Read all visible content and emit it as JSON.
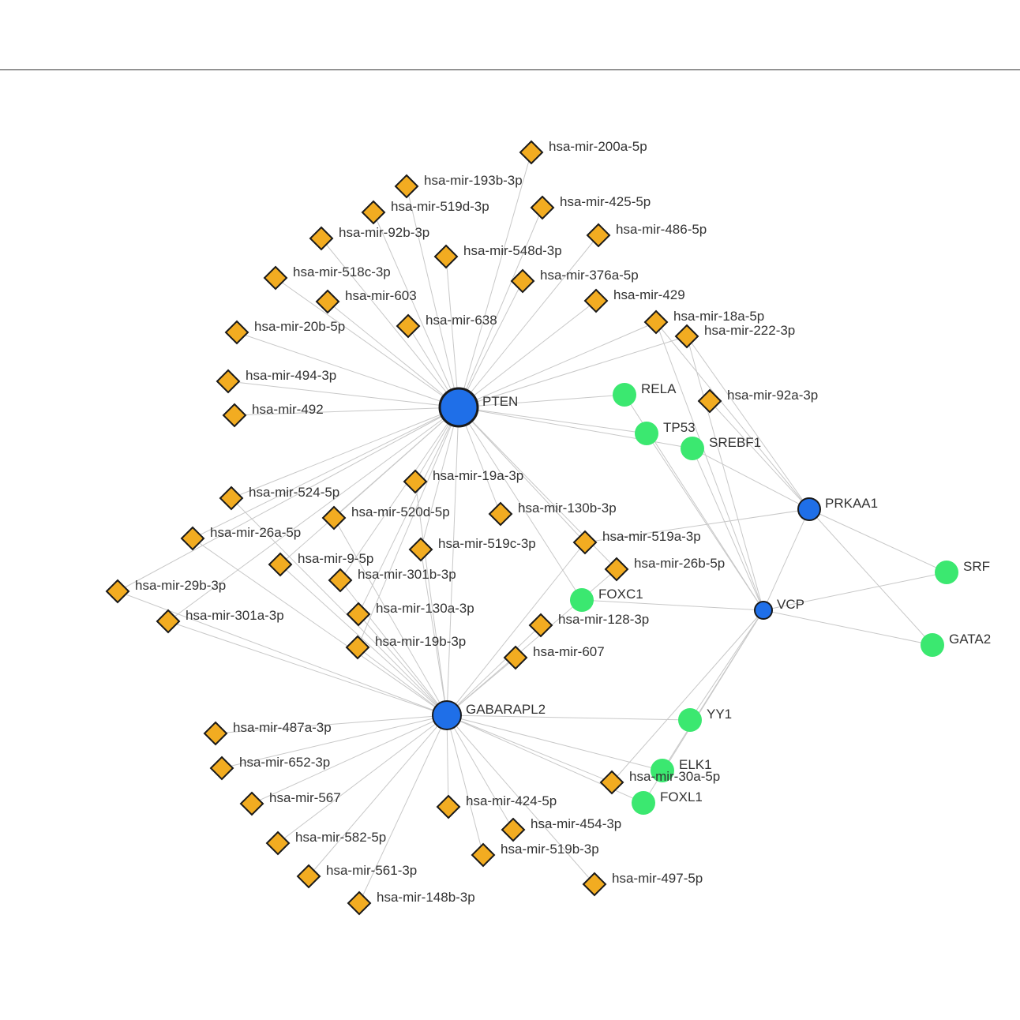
{
  "colors": {
    "hub": "#1f6fe8",
    "gene": "#3be870",
    "mirna": "#f2ac21",
    "edge": "#c8c8c8",
    "stroke": "#1a1a1a"
  },
  "nodes": [
    {
      "id": "PTEN",
      "label": "PTEN",
      "type": "hub-large"
    },
    {
      "id": "GABARAPL2",
      "label": "GABARAPL2",
      "type": "hub-medium"
    },
    {
      "id": "PRKAA1",
      "label": "PRKAA1",
      "type": "hub-small"
    },
    {
      "id": "VCP",
      "label": "VCP",
      "type": "hub-tiny"
    },
    {
      "id": "RELA",
      "label": "RELA",
      "type": "gene"
    },
    {
      "id": "TP53",
      "label": "TP53",
      "type": "gene"
    },
    {
      "id": "SREBF1",
      "label": "SREBF1",
      "type": "gene"
    },
    {
      "id": "FOXC1",
      "label": "FOXC1",
      "type": "gene"
    },
    {
      "id": "SRF",
      "label": "SRF",
      "type": "gene"
    },
    {
      "id": "GATA2",
      "label": "GATA2",
      "type": "gene"
    },
    {
      "id": "YY1",
      "label": "YY1",
      "type": "gene"
    },
    {
      "id": "ELK1",
      "label": "ELK1",
      "type": "gene"
    },
    {
      "id": "FOXL1",
      "label": "FOXL1",
      "type": "gene"
    },
    {
      "id": "m200a",
      "label": "hsa-mir-200a-5p",
      "type": "mirna"
    },
    {
      "id": "m193b",
      "label": "hsa-mir-193b-3p",
      "type": "mirna"
    },
    {
      "id": "m519d",
      "label": "hsa-mir-519d-3p",
      "type": "mirna"
    },
    {
      "id": "m425",
      "label": "hsa-mir-425-5p",
      "type": "mirna"
    },
    {
      "id": "m92b",
      "label": "hsa-mir-92b-3p",
      "type": "mirna"
    },
    {
      "id": "m486",
      "label": "hsa-mir-486-5p",
      "type": "mirna"
    },
    {
      "id": "m548d",
      "label": "hsa-mir-548d-3p",
      "type": "mirna"
    },
    {
      "id": "m518c",
      "label": "hsa-mir-518c-3p",
      "type": "mirna"
    },
    {
      "id": "m376a",
      "label": "hsa-mir-376a-5p",
      "type": "mirna"
    },
    {
      "id": "m603",
      "label": "hsa-mir-603",
      "type": "mirna"
    },
    {
      "id": "m429",
      "label": "hsa-mir-429",
      "type": "mirna"
    },
    {
      "id": "m20b",
      "label": "hsa-mir-20b-5p",
      "type": "mirna"
    },
    {
      "id": "m638",
      "label": "hsa-mir-638",
      "type": "mirna"
    },
    {
      "id": "m18a",
      "label": "hsa-mir-18a-5p",
      "type": "mirna"
    },
    {
      "id": "m222",
      "label": "hsa-mir-222-3p",
      "type": "mirna"
    },
    {
      "id": "m494",
      "label": "hsa-mir-494-3p",
      "type": "mirna"
    },
    {
      "id": "m492",
      "label": "hsa-mir-492",
      "type": "mirna"
    },
    {
      "id": "m92a",
      "label": "hsa-mir-92a-3p",
      "type": "mirna"
    },
    {
      "id": "m19a",
      "label": "hsa-mir-19a-3p",
      "type": "mirna"
    },
    {
      "id": "m524",
      "label": "hsa-mir-524-5p",
      "type": "mirna"
    },
    {
      "id": "m520d",
      "label": "hsa-mir-520d-5p",
      "type": "mirna"
    },
    {
      "id": "m130b",
      "label": "hsa-mir-130b-3p",
      "type": "mirna"
    },
    {
      "id": "m26a",
      "label": "hsa-mir-26a-5p",
      "type": "mirna"
    },
    {
      "id": "m519c",
      "label": "hsa-mir-519c-3p",
      "type": "mirna"
    },
    {
      "id": "m519a",
      "label": "hsa-mir-519a-3p",
      "type": "mirna"
    },
    {
      "id": "m9",
      "label": "hsa-mir-9-5p",
      "type": "mirna"
    },
    {
      "id": "m26b",
      "label": "hsa-mir-26b-5p",
      "type": "mirna"
    },
    {
      "id": "m301b",
      "label": "hsa-mir-301b-3p",
      "type": "mirna"
    },
    {
      "id": "m29b",
      "label": "hsa-mir-29b-3p",
      "type": "mirna"
    },
    {
      "id": "m301a",
      "label": "hsa-mir-301a-3p",
      "type": "mirna"
    },
    {
      "id": "m130a",
      "label": "hsa-mir-130a-3p",
      "type": "mirna"
    },
    {
      "id": "m128",
      "label": "hsa-mir-128-3p",
      "type": "mirna"
    },
    {
      "id": "m19b",
      "label": "hsa-mir-19b-3p",
      "type": "mirna"
    },
    {
      "id": "m607",
      "label": "hsa-mir-607",
      "type": "mirna"
    },
    {
      "id": "m487a",
      "label": "hsa-mir-487a-3p",
      "type": "mirna"
    },
    {
      "id": "m652",
      "label": "hsa-mir-652-3p",
      "type": "mirna"
    },
    {
      "id": "m30a",
      "label": "hsa-mir-30a-5p",
      "type": "mirna"
    },
    {
      "id": "m567",
      "label": "hsa-mir-567",
      "type": "mirna"
    },
    {
      "id": "m424",
      "label": "hsa-mir-424-5p",
      "type": "mirna"
    },
    {
      "id": "m454",
      "label": "hsa-mir-454-3p",
      "type": "mirna"
    },
    {
      "id": "m582",
      "label": "hsa-mir-582-5p",
      "type": "mirna"
    },
    {
      "id": "m519b",
      "label": "hsa-mir-519b-3p",
      "type": "mirna"
    },
    {
      "id": "m561",
      "label": "hsa-mir-561-3p",
      "type": "mirna"
    },
    {
      "id": "m497",
      "label": "hsa-mir-497-5p",
      "type": "mirna"
    },
    {
      "id": "m148b",
      "label": "hsa-mir-148b-3p",
      "type": "mirna"
    }
  ],
  "edges": [
    [
      "PTEN",
      "m200a"
    ],
    [
      "PTEN",
      "m193b"
    ],
    [
      "PTEN",
      "m519d"
    ],
    [
      "PTEN",
      "m425"
    ],
    [
      "PTEN",
      "m92b"
    ],
    [
      "PTEN",
      "m486"
    ],
    [
      "PTEN",
      "m548d"
    ],
    [
      "PTEN",
      "m518c"
    ],
    [
      "PTEN",
      "m376a"
    ],
    [
      "PTEN",
      "m603"
    ],
    [
      "PTEN",
      "m429"
    ],
    [
      "PTEN",
      "m20b"
    ],
    [
      "PTEN",
      "m638"
    ],
    [
      "PTEN",
      "m18a"
    ],
    [
      "PTEN",
      "m222"
    ],
    [
      "PTEN",
      "m494"
    ],
    [
      "PTEN",
      "m492"
    ],
    [
      "PTEN",
      "RELA"
    ],
    [
      "PTEN",
      "TP53"
    ],
    [
      "PTEN",
      "SREBF1"
    ],
    [
      "PTEN",
      "m19a"
    ],
    [
      "PTEN",
      "m524"
    ],
    [
      "PTEN",
      "m520d"
    ],
    [
      "PTEN",
      "m130b"
    ],
    [
      "PTEN",
      "m26a"
    ],
    [
      "PTEN",
      "m519c"
    ],
    [
      "PTEN",
      "m519a"
    ],
    [
      "PTEN",
      "m9"
    ],
    [
      "PTEN",
      "m26b"
    ],
    [
      "PTEN",
      "m301b"
    ],
    [
      "PTEN",
      "m29b"
    ],
    [
      "PTEN",
      "m301a"
    ],
    [
      "PTEN",
      "m130a"
    ],
    [
      "PTEN",
      "m19b"
    ],
    [
      "PTEN",
      "FOXC1"
    ],
    [
      "PTEN",
      "GABARAPL2"
    ],
    [
      "GABARAPL2",
      "m19a"
    ],
    [
      "GABARAPL2",
      "m524"
    ],
    [
      "GABARAPL2",
      "m520d"
    ],
    [
      "GABARAPL2",
      "m26a"
    ],
    [
      "GABARAPL2",
      "m519c"
    ],
    [
      "GABARAPL2",
      "m9"
    ],
    [
      "GABARAPL2",
      "m301b"
    ],
    [
      "GABARAPL2",
      "m29b"
    ],
    [
      "GABARAPL2",
      "m301a"
    ],
    [
      "GABARAPL2",
      "m130a"
    ],
    [
      "GABARAPL2",
      "m19b"
    ],
    [
      "GABARAPL2",
      "m128"
    ],
    [
      "GABARAPL2",
      "m607"
    ],
    [
      "GABARAPL2",
      "m519a"
    ],
    [
      "GABARAPL2",
      "m26b"
    ],
    [
      "GABARAPL2",
      "m487a"
    ],
    [
      "GABARAPL2",
      "m652"
    ],
    [
      "GABARAPL2",
      "m567"
    ],
    [
      "GABARAPL2",
      "m582"
    ],
    [
      "GABARAPL2",
      "m561"
    ],
    [
      "GABARAPL2",
      "m148b"
    ],
    [
      "GABARAPL2",
      "m424"
    ],
    [
      "GABARAPL2",
      "m454"
    ],
    [
      "GABARAPL2",
      "m519b"
    ],
    [
      "GABARAPL2",
      "m497"
    ],
    [
      "GABARAPL2",
      "m30a"
    ],
    [
      "GABARAPL2",
      "YY1"
    ],
    [
      "GABARAPL2",
      "ELK1"
    ],
    [
      "GABARAPL2",
      "FOXL1"
    ],
    [
      "PRKAA1",
      "m18a"
    ],
    [
      "PRKAA1",
      "m222"
    ],
    [
      "PRKAA1",
      "m92a"
    ],
    [
      "PRKAA1",
      "SREBF1"
    ],
    [
      "PRKAA1",
      "SRF"
    ],
    [
      "PRKAA1",
      "GATA2"
    ],
    [
      "PRKAA1",
      "VCP"
    ],
    [
      "PRKAA1",
      "m519a"
    ],
    [
      "VCP",
      "TP53"
    ],
    [
      "VCP",
      "SREBF1"
    ],
    [
      "VCP",
      "RELA"
    ],
    [
      "VCP",
      "FOXC1"
    ],
    [
      "VCP",
      "SRF"
    ],
    [
      "VCP",
      "GATA2"
    ],
    [
      "VCP",
      "YY1"
    ],
    [
      "VCP",
      "ELK1"
    ],
    [
      "VCP",
      "FOXL1"
    ],
    [
      "VCP",
      "m30a"
    ],
    [
      "VCP",
      "m222"
    ],
    [
      "VCP",
      "m18a"
    ]
  ]
}
